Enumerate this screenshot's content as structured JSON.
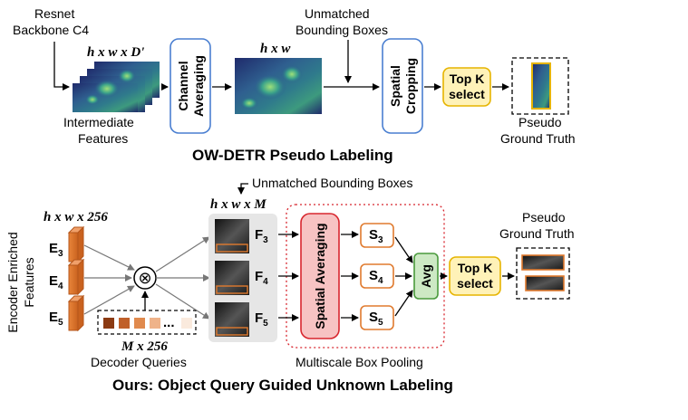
{
  "top": {
    "backbone_label": [
      "Resnet",
      "Backbone C4"
    ],
    "features_dims": "h x w x D'",
    "features_label": [
      "Intermediate",
      "Features"
    ],
    "channel_avg": [
      "Channel",
      "Averaging"
    ],
    "map_dims": "h x w",
    "unmatched_label": [
      "Unmatched",
      "Bounding Boxes"
    ],
    "spatial_crop": [
      "Spatial",
      "Cropping"
    ],
    "topk": [
      "Top K",
      "select"
    ],
    "pseudo_gt": [
      "Pseudo",
      "Ground Truth"
    ],
    "title": "OW-DETR Pseudo Labeling"
  },
  "bottom": {
    "unmatched_label": "Unmatched Bounding Boxes",
    "enc_dims": "h x w x 256",
    "enc_side_label": [
      "Encoder Enriched",
      "Features"
    ],
    "enc_features": [
      {
        "base": "E",
        "sub": "3"
      },
      {
        "base": "E",
        "sub": "4"
      },
      {
        "base": "E",
        "sub": "5"
      }
    ],
    "mult_symbol": "⊗",
    "query_dims": "M x 256",
    "query_ellipsis": "...",
    "query_label": "Decoder Queries",
    "query_colors": [
      "#8b3a12",
      "#c0602a",
      "#e08a4e",
      "#efb38a",
      "#f6d4bb",
      "#faeadd"
    ],
    "map_dims": "h x w x M",
    "feature_maps": [
      {
        "base": "F",
        "sub": "3"
      },
      {
        "base": "F",
        "sub": "4"
      },
      {
        "base": "F",
        "sub": "5"
      }
    ],
    "spatial_avg": "Spatial Averaging",
    "scores": [
      {
        "base": "S",
        "sub": "3"
      },
      {
        "base": "S",
        "sub": "4"
      },
      {
        "base": "S",
        "sub": "5"
      }
    ],
    "avg": "Avg",
    "topk": [
      "Top K",
      "select"
    ],
    "pseudo_gt": [
      "Pseudo",
      "Ground Truth"
    ],
    "pooling_label": "Multiscale Box Pooling",
    "title": "Ours: Object Query Guided Unknown Labeling"
  },
  "colors": {
    "blue_box": "#4a7fd1",
    "red_box": "#d8262e",
    "red_fill": "#f7c3c3",
    "orange_box": "#e07a2e",
    "green_box": "#4a9a3c",
    "green_fill": "#cde9c4",
    "yellow_box": "#e6b400",
    "yellow_fill": "#fff2b8",
    "heatmap_dark": "#1f2a6b",
    "heatmap_mid": "#2f7a8c",
    "heatmap_light": "#7fd08a"
  }
}
